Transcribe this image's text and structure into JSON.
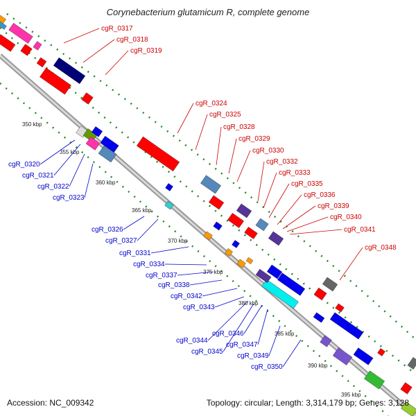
{
  "title": "Corynebacterium glutamicum R, complete genome",
  "footer": {
    "accession": "Accession: NC_009342",
    "topology": "Topology: circular; Length: 3,314,179 bp; Genes: 3,128"
  },
  "colors": {
    "red_labels": "#cc0000",
    "blue_labels": "#0000cc",
    "backbone": "#888888",
    "dots": "#1f8a1f"
  },
  "ticks": [
    "350 kbp",
    "355 kbp",
    "360 kbp",
    "365 kbp",
    "370 kbp",
    "375 kbp",
    "380 kbp",
    "385 kbp",
    "390 kbp",
    "395 kbp"
  ],
  "labels_right": [
    "cgR_0317",
    "cgR_0318",
    "cgR_0319",
    "cgR_0324",
    "cgR_0325",
    "cgR_0328",
    "cgR_0329",
    "cgR_0330",
    "cgR_0332",
    "cgR_0333",
    "cgR_0335",
    "cgR_0336",
    "cgR_0339",
    "cgR_0340",
    "cgR_0341",
    "cgR_0348"
  ],
  "labels_left": [
    "cgR_0320",
    "cgR_0321",
    "cgR_0322",
    "cgR_0323",
    "cgR_0326",
    "cgR_0327",
    "cgR_0331",
    "cgR_0334",
    "cgR_0337",
    "cgR_0338",
    "cgR_0342",
    "cgR_0343",
    "cgR_0344",
    "cgR_0345",
    "cgR_0346",
    "cgR_0347",
    "cgR_0349",
    "cgR_0350"
  ]
}
